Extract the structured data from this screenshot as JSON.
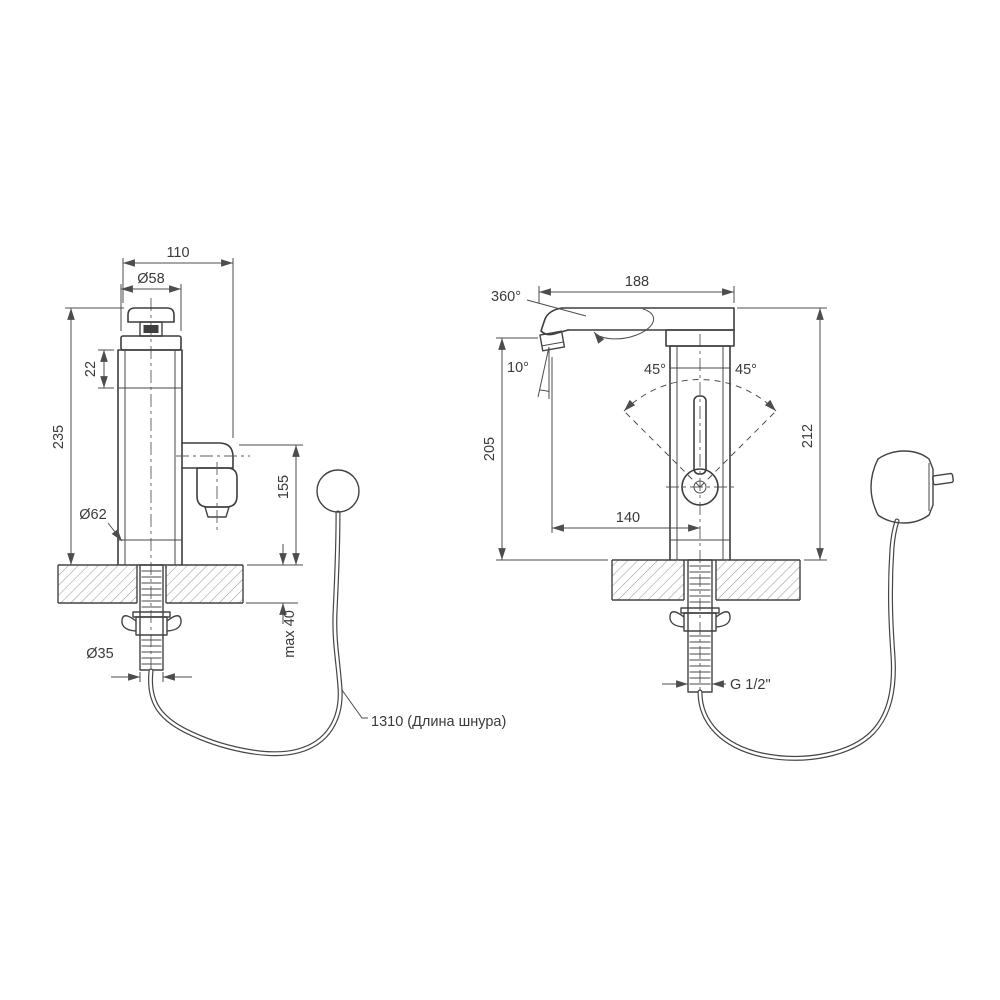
{
  "left_view": {
    "depth": "110",
    "top_diameter": "Ø58",
    "cap_height": "22",
    "total_height": "235",
    "body_diameter": "Ø62",
    "spout_height": "155",
    "shank_diameter": "Ø35",
    "max_mount_thickness": "max 40"
  },
  "right_view": {
    "spout_length": "188",
    "swivel_angle": "360°",
    "outlet_angle": "10°",
    "spout_height": "205",
    "handle_swing_left": "45°",
    "handle_swing_right": "45°",
    "total_height": "212",
    "spout_reach": "140",
    "thread_size": "G 1/2\""
  },
  "cord": {
    "length_note": "1310 (Длина шнура)"
  }
}
